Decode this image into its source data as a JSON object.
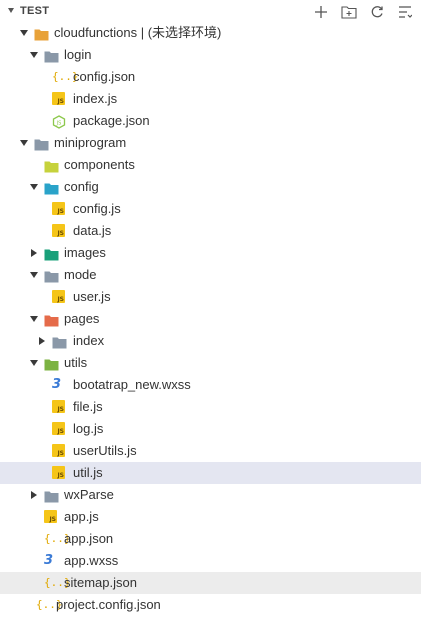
{
  "explorer": {
    "title": "TEST",
    "actions": [
      "new-file",
      "new-folder",
      "refresh",
      "collapse-all"
    ]
  },
  "tree": [
    {
      "label": "cloudfunctions | (未选择环境)",
      "depth": 1,
      "kind": "folder",
      "icon": "folder-cloud-icon",
      "color": "#e8a23a",
      "expanded": true
    },
    {
      "label": "login",
      "depth": 2,
      "kind": "folder",
      "icon": "folder-icon",
      "color": "#8a98a8",
      "expanded": true
    },
    {
      "label": "config.json",
      "depth": 3,
      "kind": "json",
      "icon": "json-file-icon"
    },
    {
      "label": "index.js",
      "depth": 3,
      "kind": "js",
      "icon": "js-file-icon"
    },
    {
      "label": "package.json",
      "depth": 3,
      "kind": "node",
      "icon": "node-package-icon"
    },
    {
      "label": "miniprogram",
      "depth": 1,
      "kind": "folder",
      "icon": "folder-icon",
      "color": "#8a98a8",
      "expanded": true
    },
    {
      "label": "components",
      "depth": 2,
      "kind": "folder",
      "icon": "folder-components-icon",
      "color": "#c6d23c",
      "expanded": false,
      "noTwisty": true
    },
    {
      "label": "config",
      "depth": 2,
      "kind": "folder",
      "icon": "folder-config-icon",
      "color": "#2aa3c9",
      "expanded": true
    },
    {
      "label": "config.js",
      "depth": 3,
      "kind": "js",
      "icon": "js-file-icon"
    },
    {
      "label": "data.js",
      "depth": 3,
      "kind": "js",
      "icon": "js-file-icon"
    },
    {
      "label": "images",
      "depth": 2,
      "kind": "folder",
      "icon": "folder-images-icon",
      "color": "#1aa07a",
      "expanded": false
    },
    {
      "label": "mode",
      "depth": 2,
      "kind": "folder",
      "icon": "folder-icon",
      "color": "#8a98a8",
      "expanded": true
    },
    {
      "label": "user.js",
      "depth": 3,
      "kind": "js",
      "icon": "js-file-icon"
    },
    {
      "label": "pages",
      "depth": 2,
      "kind": "folder",
      "icon": "folder-pages-icon",
      "color": "#e56b4a",
      "expanded": true
    },
    {
      "label": "index",
      "depth": 3,
      "kind": "folder",
      "icon": "folder-icon",
      "color": "#8a98a8",
      "expanded": false
    },
    {
      "label": "utils",
      "depth": 2,
      "kind": "folder",
      "icon": "folder-utils-icon",
      "color": "#7cb342",
      "expanded": true
    },
    {
      "label": "bootatrap_new.wxss",
      "depth": 3,
      "kind": "css",
      "icon": "css-file-icon"
    },
    {
      "label": "file.js",
      "depth": 3,
      "kind": "js",
      "icon": "js-file-icon"
    },
    {
      "label": "log.js",
      "depth": 3,
      "kind": "js",
      "icon": "js-file-icon"
    },
    {
      "label": "userUtils.js",
      "depth": 3,
      "kind": "js",
      "icon": "js-file-icon"
    },
    {
      "label": "util.js",
      "depth": 3,
      "kind": "js",
      "icon": "js-file-icon",
      "selected": true
    },
    {
      "label": "wxParse",
      "depth": 2,
      "kind": "folder",
      "icon": "folder-icon",
      "color": "#8a98a8",
      "expanded": false
    },
    {
      "label": "app.js",
      "depth": 2,
      "kind": "js",
      "icon": "js-file-icon",
      "indentShift": true
    },
    {
      "label": "app.json",
      "depth": 2,
      "kind": "json",
      "icon": "json-file-icon",
      "indentShift": true
    },
    {
      "label": "app.wxss",
      "depth": 2,
      "kind": "css",
      "icon": "css-file-icon",
      "indentShift": true
    },
    {
      "label": "sitemap.json",
      "depth": 2,
      "kind": "json",
      "icon": "json-file-icon",
      "indentShift": true,
      "hover": true
    },
    {
      "label": "project.config.json",
      "depth": 1,
      "kind": "json",
      "icon": "json-file-icon",
      "indentShift": true
    }
  ]
}
